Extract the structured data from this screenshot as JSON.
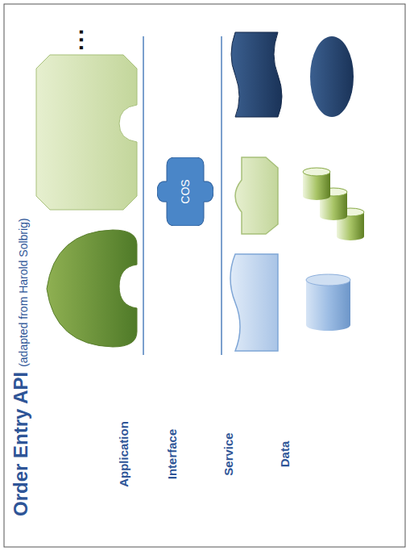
{
  "diagram": {
    "title": "Order Entry API",
    "nodes": [
      {
        "text": [
          "COS"
        ]
      }
    ],
    "labels": [
      "(adapted from Harold Solbrig)",
      "Application",
      "Interface",
      "Service",
      "Data",
      "..."
    ]
  }
}
